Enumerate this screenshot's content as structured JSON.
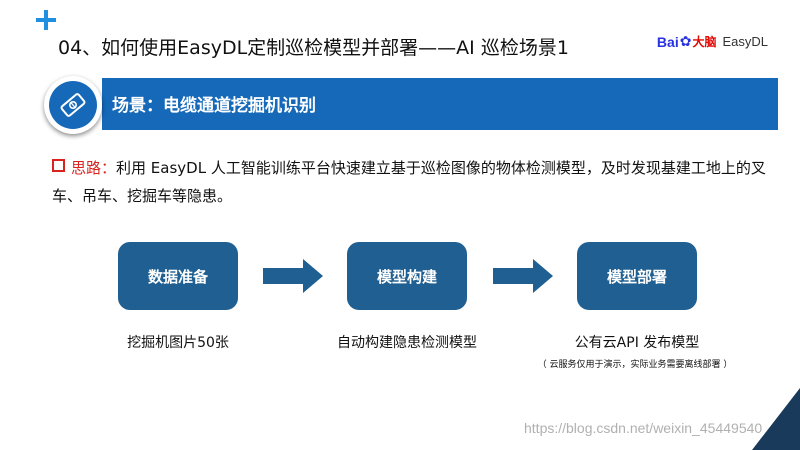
{
  "header": {
    "title": "04、如何使用EasyDL定制巡检模型并部署——AI 巡检场景1",
    "logo": {
      "bai": "Bai",
      "paw": "✿",
      "cn": "大脑",
      "product": "EasyDL"
    }
  },
  "banner": {
    "title": "场景：电缆通道挖掘机识别",
    "icon": "money-tag-icon"
  },
  "idea": {
    "label": "思路：",
    "text": "利用 EasyDL 人工智能训练平台快速建立基于巡检图像的物体检测模型，及时发现基建工地上的叉车、吊车、挖掘车等隐患。"
  },
  "steps": [
    {
      "label": "数据准备",
      "caption": "挖掘机图片50张"
    },
    {
      "label": "模型构建",
      "caption": "自动构建隐患检测模型"
    },
    {
      "label": "模型部署",
      "caption": "公有云API 发布模型"
    }
  ],
  "note": "（ 云服务仅用于演示，实际业务需要离线部署 ）",
  "watermark": "https://blog.csdn.net/weixin_45449540",
  "colors": {
    "accent_blue": "#1569b8",
    "step_blue": "#1f5f91",
    "arrow_blue": "#1f5f91",
    "highlight_red": "#d9231f",
    "plus_blue": "#1f8fe0"
  }
}
